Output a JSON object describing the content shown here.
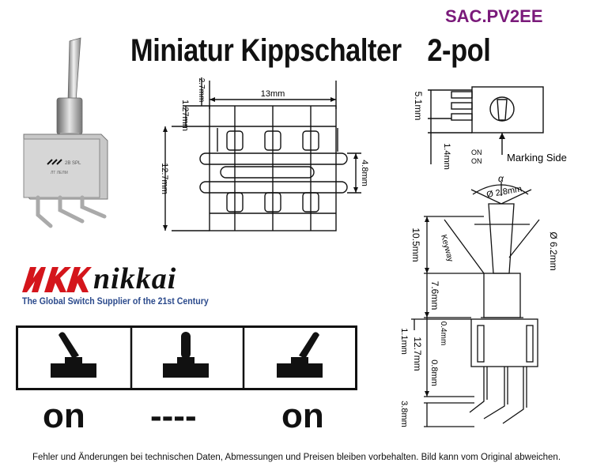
{
  "header": {
    "sku": "SAC.PV2EE",
    "title": "Miniatur Kippschalter",
    "poles": "2-pol"
  },
  "brand": {
    "logo_text": "NKK",
    "name": "nikkai",
    "tagline": "The Global Switch Supplier of the 21st Century"
  },
  "front_drawing": {
    "dim_top": "2.7mm",
    "dim_pitch": "1.27mm",
    "dim_width": "13mm",
    "dim_height": "12.7mm",
    "dim_pin": "4.8mm"
  },
  "side_drawing": {
    "dim_51": "5.1mm",
    "dim_14": "1.4mm",
    "on_top": "ON",
    "on_bottom": "ON",
    "marking_side": "Marking Side"
  },
  "profile_drawing": {
    "angle": "α",
    "dia_28": "Ø 2.8mm",
    "keyway": "Keyway",
    "dia_62": "Ø 6.2mm",
    "dim_105": "10.5mm",
    "dim_76": "7.6mm",
    "dim_11": "1.1mm",
    "dim_04": "0.4mm",
    "dim_127": "12.7mm",
    "dim_08": "0.8mm",
    "dim_38": "3.8mm"
  },
  "positions": [
    "on",
    "----",
    "on"
  ],
  "footer": "Fehler und Änderungen bei technischen Daten, Abmessungen und Preisen bleiben vorbehalten. Bild kann vom Original abweichen."
}
